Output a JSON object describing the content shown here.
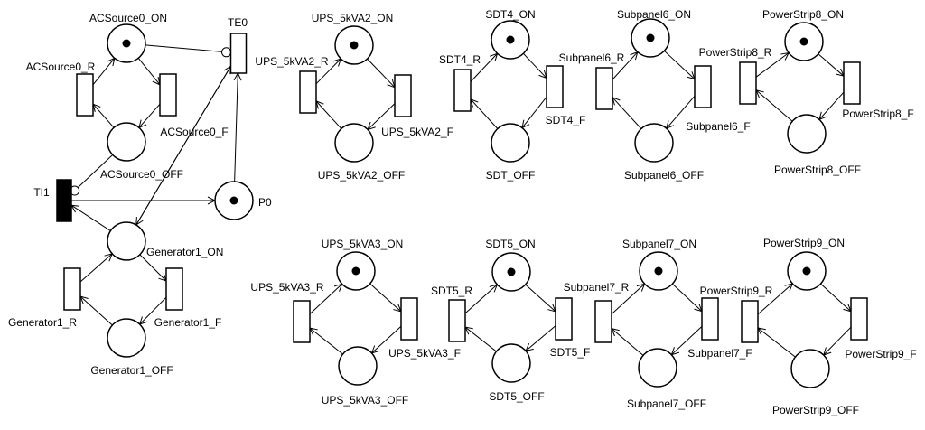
{
  "diagram": {
    "title": "",
    "places": [
      {
        "id": "acsource0_on",
        "label": "ACSource0_ON",
        "tokens": 1
      },
      {
        "id": "acsource0_off",
        "label": "ACSource0_OFF",
        "tokens": 0
      },
      {
        "id": "p0",
        "label": "P0",
        "tokens": 1
      },
      {
        "id": "generator1_on",
        "label": "Generator1_ON",
        "tokens": 0
      },
      {
        "id": "generator1_off",
        "label": "Generator1_OFF",
        "tokens": 0
      },
      {
        "id": "ups_5kva2_on",
        "label": "UPS_5kVA2_ON",
        "tokens": 1
      },
      {
        "id": "ups_5kva2_off",
        "label": "UPS_5kVA2_OFF",
        "tokens": 0
      },
      {
        "id": "sdt4_on",
        "label": "SDT4_ON",
        "tokens": 1
      },
      {
        "id": "sdt_off",
        "label": "SDT_OFF",
        "tokens": 0
      },
      {
        "id": "subpanel6_on",
        "label": "Subpanel6_ON",
        "tokens": 1
      },
      {
        "id": "subpanel6_off",
        "label": "Subpanel6_OFF",
        "tokens": 0
      },
      {
        "id": "powerstrip8_on",
        "label": "PowerStrip8_ON",
        "tokens": 1
      },
      {
        "id": "powerstrip8_off",
        "label": "PowerStrip8_OFF",
        "tokens": 0
      },
      {
        "id": "ups_5kva3_on",
        "label": "UPS_5kVA3_ON",
        "tokens": 1
      },
      {
        "id": "ups_5kva3_off",
        "label": "UPS_5kVA3_OFF",
        "tokens": 0
      },
      {
        "id": "sdt5_on",
        "label": "SDT5_ON",
        "tokens": 1
      },
      {
        "id": "sdt5_off",
        "label": "SDT5_OFF",
        "tokens": 0
      },
      {
        "id": "subpanel7_on",
        "label": "Subpanel7_ON",
        "tokens": 1
      },
      {
        "id": "subpanel7_off",
        "label": "Subpanel7_OFF",
        "tokens": 0
      },
      {
        "id": "powerstrip9_on",
        "label": "PowerStrip9_ON",
        "tokens": 1
      },
      {
        "id": "powerstrip9_off",
        "label": "PowerStrip9_OFF",
        "tokens": 0
      }
    ],
    "transitions": [
      {
        "id": "acsource0_r",
        "label": "ACSource0_R",
        "kind": "timed"
      },
      {
        "id": "acsource0_f",
        "label": "ACSource0_F",
        "kind": "timed"
      },
      {
        "id": "te0",
        "label": "TE0",
        "kind": "timed"
      },
      {
        "id": "ti1",
        "label": "TI1",
        "kind": "immediate"
      },
      {
        "id": "generator1_r",
        "label": "Generator1_R",
        "kind": "timed"
      },
      {
        "id": "generator1_f",
        "label": "Generator1_F",
        "kind": "timed"
      },
      {
        "id": "ups_5kva2_r",
        "label": "UPS_5kVA2_R",
        "kind": "timed"
      },
      {
        "id": "ups_5kva2_f",
        "label": "UPS_5kVA2_F",
        "kind": "timed"
      },
      {
        "id": "sdt4_r",
        "label": "SDT4_R",
        "kind": "timed"
      },
      {
        "id": "sdt4_f",
        "label": "SDT4_F",
        "kind": "timed"
      },
      {
        "id": "subpanel6_r",
        "label": "Subpanel6_R",
        "kind": "timed"
      },
      {
        "id": "subpanel6_f",
        "label": "Subpanel6_F",
        "kind": "timed"
      },
      {
        "id": "powerstrip8_r",
        "label": "PowerStrip8_R",
        "kind": "timed"
      },
      {
        "id": "powerstrip8_f",
        "label": "PowerStrip8_F",
        "kind": "timed"
      },
      {
        "id": "ups_5kva3_r",
        "label": "UPS_5kVA3_R",
        "kind": "timed"
      },
      {
        "id": "ups_5kva3_f",
        "label": "UPS_5kVA3_F",
        "kind": "timed"
      },
      {
        "id": "sdt5_r",
        "label": "SDT5_R",
        "kind": "timed"
      },
      {
        "id": "sdt5_f",
        "label": "SDT5_F",
        "kind": "timed"
      },
      {
        "id": "subpanel7_r",
        "label": "Subpanel7_R",
        "kind": "timed"
      },
      {
        "id": "subpanel7_f",
        "label": "Subpanel7_F",
        "kind": "timed"
      },
      {
        "id": "powerstrip9_r",
        "label": "PowerStrip9_R",
        "kind": "timed"
      },
      {
        "id": "powerstrip9_f",
        "label": "PowerStrip9_F",
        "kind": "timed"
      }
    ],
    "arcs": [
      {
        "from": "acsource0_on",
        "to": "acsource0_f",
        "type": "normal"
      },
      {
        "from": "acsource0_f",
        "to": "acsource0_off",
        "type": "normal"
      },
      {
        "from": "acsource0_off",
        "to": "acsource0_r",
        "type": "normal"
      },
      {
        "from": "acsource0_r",
        "to": "acsource0_on",
        "type": "normal"
      },
      {
        "from": "acsource0_on",
        "to": "te0",
        "type": "inhibitor"
      },
      {
        "from": "generator1_on",
        "to": "te0",
        "type": "normal"
      },
      {
        "from": "te0",
        "to": "generator1_on",
        "type": "normal"
      },
      {
        "from": "p0",
        "to": "te0",
        "type": "normal"
      },
      {
        "from": "acsource0_off",
        "to": "ti1",
        "type": "inhibitor"
      },
      {
        "from": "ti1",
        "to": "p0",
        "type": "normal"
      },
      {
        "from": "generator1_on",
        "to": "ti1",
        "type": "normal"
      },
      {
        "from": "generator1_on",
        "to": "generator1_f",
        "type": "normal"
      },
      {
        "from": "generator1_f",
        "to": "generator1_off",
        "type": "normal"
      },
      {
        "from": "generator1_off",
        "to": "generator1_r",
        "type": "normal"
      },
      {
        "from": "generator1_r",
        "to": "generator1_on",
        "type": "normal"
      },
      {
        "from": "ups_5kva2_on",
        "to": "ups_5kva2_f",
        "type": "normal"
      },
      {
        "from": "ups_5kva2_f",
        "to": "ups_5kva2_off",
        "type": "normal"
      },
      {
        "from": "ups_5kva2_off",
        "to": "ups_5kva2_r",
        "type": "normal"
      },
      {
        "from": "ups_5kva2_r",
        "to": "ups_5kva2_on",
        "type": "normal"
      },
      {
        "from": "sdt4_on",
        "to": "sdt4_f",
        "type": "normal"
      },
      {
        "from": "sdt4_f",
        "to": "sdt_off",
        "type": "normal"
      },
      {
        "from": "sdt_off",
        "to": "sdt4_r",
        "type": "normal"
      },
      {
        "from": "sdt4_r",
        "to": "sdt4_on",
        "type": "normal"
      },
      {
        "from": "subpanel6_on",
        "to": "subpanel6_f",
        "type": "normal"
      },
      {
        "from": "subpanel6_f",
        "to": "subpanel6_off",
        "type": "normal"
      },
      {
        "from": "subpanel6_off",
        "to": "subpanel6_r",
        "type": "normal"
      },
      {
        "from": "subpanel6_r",
        "to": "subpanel6_on",
        "type": "normal"
      },
      {
        "from": "powerstrip8_on",
        "to": "powerstrip8_f",
        "type": "normal"
      },
      {
        "from": "powerstrip8_f",
        "to": "powerstrip8_off",
        "type": "normal"
      },
      {
        "from": "powerstrip8_off",
        "to": "powerstrip8_r",
        "type": "normal"
      },
      {
        "from": "powerstrip8_r",
        "to": "powerstrip8_on",
        "type": "normal"
      },
      {
        "from": "ups_5kva3_on",
        "to": "ups_5kva3_f",
        "type": "normal"
      },
      {
        "from": "ups_5kva3_f",
        "to": "ups_5kva3_off",
        "type": "normal"
      },
      {
        "from": "ups_5kva3_off",
        "to": "ups_5kva3_r",
        "type": "normal"
      },
      {
        "from": "ups_5kva3_r",
        "to": "ups_5kva3_on",
        "type": "normal"
      },
      {
        "from": "sdt5_on",
        "to": "sdt5_f",
        "type": "normal"
      },
      {
        "from": "sdt5_f",
        "to": "sdt5_off",
        "type": "normal"
      },
      {
        "from": "sdt5_off",
        "to": "sdt5_r",
        "type": "normal"
      },
      {
        "from": "sdt5_r",
        "to": "sdt5_on",
        "type": "normal"
      },
      {
        "from": "subpanel7_on",
        "to": "subpanel7_f",
        "type": "normal"
      },
      {
        "from": "subpanel7_f",
        "to": "subpanel7_off",
        "type": "normal"
      },
      {
        "from": "subpanel7_off",
        "to": "subpanel7_r",
        "type": "normal"
      },
      {
        "from": "subpanel7_r",
        "to": "subpanel7_on",
        "type": "normal"
      },
      {
        "from": "powerstrip9_on",
        "to": "powerstrip9_f",
        "type": "normal"
      },
      {
        "from": "powerstrip9_f",
        "to": "powerstrip9_off",
        "type": "normal"
      },
      {
        "from": "powerstrip9_off",
        "to": "powerstrip9_r",
        "type": "normal"
      },
      {
        "from": "powerstrip9_r",
        "to": "powerstrip9_on",
        "type": "normal"
      }
    ]
  }
}
